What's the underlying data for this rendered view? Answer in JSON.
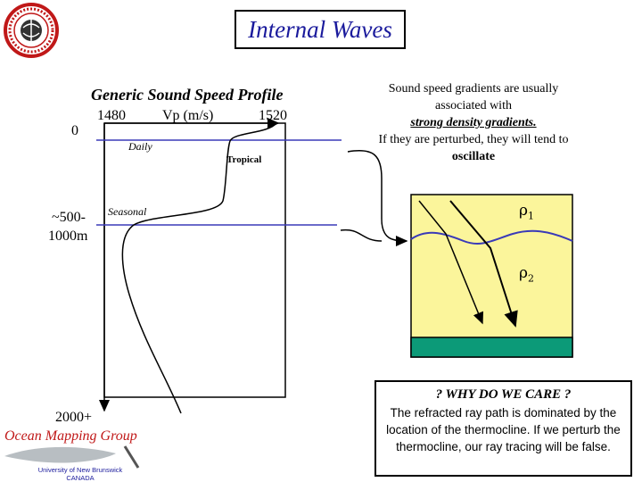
{
  "slide": {
    "title": "Internal Waves"
  },
  "profile": {
    "title": "Generic Sound Speed Profile",
    "speed_min_label": "1480",
    "speed_axis_label": "Vp (m/s)",
    "speed_max_label": "1520",
    "depth_top_label": "0",
    "depth_mid_label_line1": "~500-",
    "depth_mid_label_line2": "1000m",
    "depth_bottom_label": "2000+",
    "daily_label": "Daily",
    "tropical_label": "Tropical",
    "seasonal_label": "Seasonal"
  },
  "callout": {
    "line1": "Sound speed gradients are usually",
    "line2": "associated with",
    "emphasis": "strong density gradients.",
    "line3": "If they are perturbed, they will tend to",
    "emphasis2": "oscillate"
  },
  "layers": {
    "rho1_symbol": "ρ",
    "rho1_sub": "1",
    "rho2_symbol": "ρ",
    "rho2_sub": "2"
  },
  "care_box": {
    "title": "? WHY DO WE CARE ?",
    "body": "The refracted ray path is dominated by the location of the thermocline. If we perturb the thermocline, our ray tracing will be false."
  },
  "footer": {
    "group_name": "Ocean Mapping Group",
    "university_line1": "University of New Brunswick",
    "university_line2": "CANADA"
  },
  "colors": {
    "title_blue": "#1a1a9c",
    "line_blue": "#3a3ab8",
    "layer_yellow": "#fbf59b",
    "seafloor_green": "#0c9a78",
    "omg_red": "#c01818"
  },
  "icons": {
    "seal": "geodesy-geomatics-seal-icon",
    "logo": "ocean-mapping-logo-icon"
  }
}
